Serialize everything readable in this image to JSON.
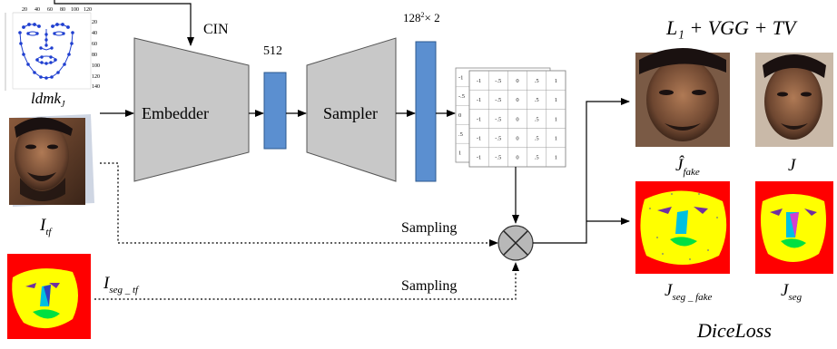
{
  "labels": {
    "cin": "CIN",
    "dim512": "512",
    "dim_output": "128",
    "dim_output_sup": "2",
    "dim_output_mult": "× 2",
    "embedder": "Embedder",
    "sampler": "Sampler",
    "sampling_top": "Sampling",
    "sampling_bottom": "Sampling",
    "loss_top": "L₁ + VGG + TV",
    "loss_bottom": "DiceLoss",
    "ldmk": "ldmk",
    "ldmk_sub": "J",
    "i_tf": "I",
    "i_tf_sub": "tf",
    "i_seg_tf": "I",
    "i_seg_tf_sub": "seg _ tf",
    "j_hat_fake": "Ĵ",
    "j_hat_fake_sub": "fake",
    "j": "J",
    "j_seg_fake": "J",
    "j_seg_fake_sub": "seg _ fake",
    "j_seg": "J",
    "j_seg_sub": "seg"
  },
  "ldmk_axis_ticks": [
    "20",
    "40",
    "60",
    "80",
    "100",
    "120"
  ],
  "ldmk_y_ticks": [
    "20",
    "40",
    "60",
    "80",
    "100",
    "120",
    "140"
  ],
  "coord_grid": {
    "row_labels": [
      "-1",
      "-.5",
      "0",
      ".5",
      "1"
    ],
    "rows": [
      [
        "-1",
        "-.5",
        "0",
        ".5",
        "1"
      ],
      [
        "-1",
        "-.5",
        "0",
        ".5",
        "1"
      ],
      [
        "-1",
        "-.5",
        "0",
        ".5",
        "1"
      ],
      [
        "-1",
        "-.5",
        "0",
        ".5",
        "1"
      ],
      [
        "-1",
        "-.5",
        "0",
        ".5",
        "1"
      ]
    ]
  },
  "colors": {
    "block_gray": "#c8c8c8",
    "block_blue": "#5b8fd0",
    "seg_red": "#ff0000",
    "seg_yellow": "#ffff00",
    "seg_green": "#00e040",
    "seg_purple": "#7030a0",
    "seg_cyan": "#00c0e0",
    "ldmk_blue": "#1f3fd0",
    "op_gray": "#b8b8b8"
  }
}
